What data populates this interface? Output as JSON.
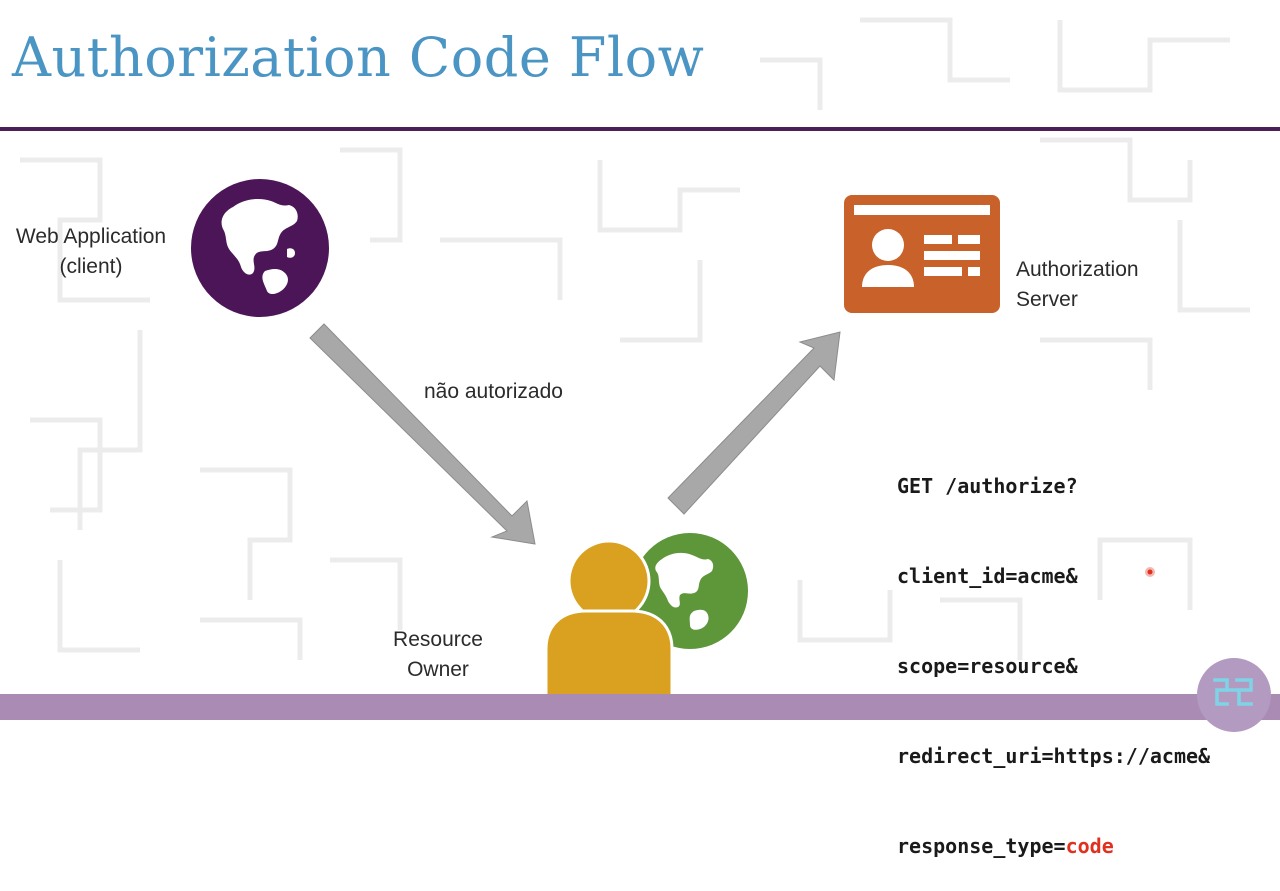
{
  "slide": {
    "title": "Authorization Code Flow"
  },
  "nodes": {
    "client": {
      "line1": "Web Application",
      "line2": "(client)",
      "icon": "globe-icon",
      "color": "#4b1557"
    },
    "auth_server": {
      "line1": "Authorization",
      "line2": "Server",
      "icon": "id-card-icon",
      "color": "#c9622a"
    },
    "owner": {
      "line1": "Resource",
      "line2": "Owner",
      "icon": "user-globe-icon",
      "person_color": "#daa121",
      "globe_color": "#5e963a"
    }
  },
  "arrows": {
    "client_to_owner": {
      "label": "não autorizado"
    },
    "owner_to_server": {
      "label": ""
    }
  },
  "request": {
    "line1": "GET /authorize?",
    "line2": "client_id=acme&",
    "line3": "scope=resource&",
    "line4": "redirect_uri=https://acme&",
    "line5_prefix": "response_type=",
    "line5_value": "code",
    "highlight_color": "#e0301e"
  },
  "colors": {
    "title": "#4a95c4",
    "rule": "#4b1f57",
    "arrow": "#a8a8a8",
    "bottom_bar": "#a98bb3"
  }
}
